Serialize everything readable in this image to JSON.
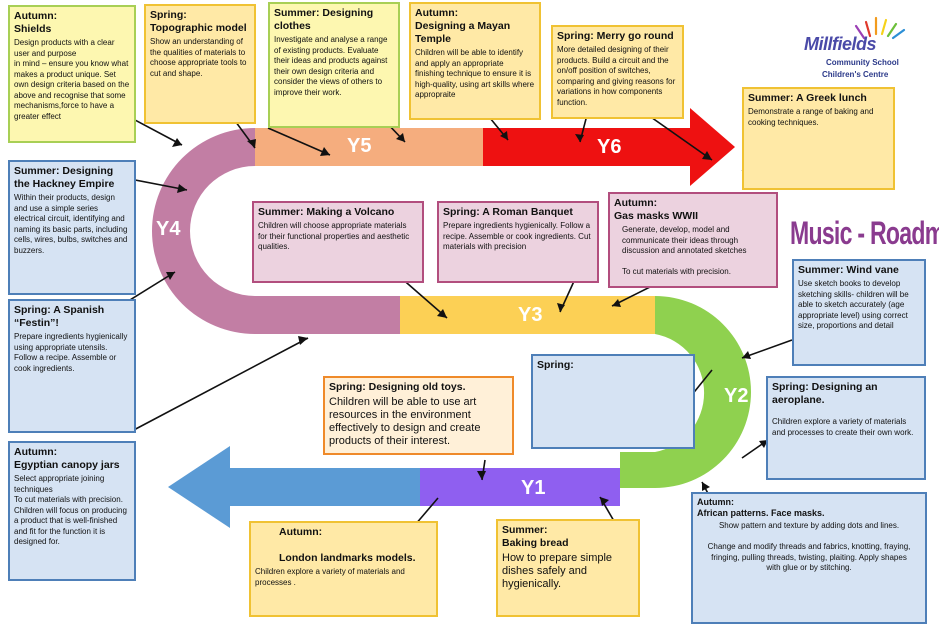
{
  "title": "Music - Roadmap",
  "logo": {
    "name": "Millfields",
    "line1": "Community School",
    "line2": "Children's Centre"
  },
  "years": [
    "Y1",
    "Y2",
    "Y3",
    "Y4",
    "Y5",
    "Y6"
  ],
  "boxes": {
    "y5_autumn": {
      "title": "Autumn:\nShields",
      "body": "Design products with a clear user and purpose\nin mind – ensure you know what makes a product unique.    Set own design criteria based on the above and recognise that some mechanisms,force to have a greater effect"
    },
    "y5_spring": {
      "title": "Spring: Topographic model",
      "body": "Show an understanding of the qualities of materials to choose appropriate tools to cut and shape."
    },
    "y5_summer": {
      "title": "Summer: Designing clothes",
      "body": "Investigate and analyse a range of existing products. Evaluate their ideas and products against their own design criteria and consider the views of others to improve their work."
    },
    "y6_autumn": {
      "title": "Autumn:\nDesigning a Mayan Temple",
      "body": "Children will be able to identify and apply an appropriate finishing technique to ensure it is high-quality, using art skills where appropraite"
    },
    "y6_spring": {
      "title": "Spring: Merry go round",
      "body": "More detailed designing of their products. Build a circuit and the on/off position of switches, comparing and giving reasons for variations in how components function."
    },
    "y6_summer": {
      "title": "Summer: A Greek lunch",
      "body": "Demonstrate a range of baking and cooking techniques."
    },
    "y4_summer": {
      "title": "Summer: Designing the Hackney Empire",
      "body": "Within their products, design and use a simple series electrical circuit, identifying and naming its basic parts, including cells, wires, bulbs, switches and buzzers."
    },
    "y4_spring": {
      "title": "Spring: A Spanish “Festin”!",
      "body": "Prepare ingredients hygienically using appropriate utensils. Follow a recipe. Assemble or cook ingredients."
    },
    "y4_autumn": {
      "title": "Autumn:\nEgyptian canopy jars",
      "body": "Select appropriate joining techniques\nTo cut  materials with precision.\nChildren will focus  on producing a product that is well-finished and fit for the function it is designed for."
    },
    "y3_summer": {
      "title": "Summer: Making a Volcano",
      "body": "Children will choose appropriate materials for their functional properties and aesthetic qualities."
    },
    "y3_spring": {
      "title": "Spring: A Roman Banquet",
      "body": "Prepare ingredients hygienically. Follow a recipe.  Assemble or cook ingredients.  Cut materials with precision"
    },
    "y3_autumn": {
      "title": "Autumn:\nGas masks WWII",
      "body": "Generate, develop, model and communicate their ideas through discussion and annotated sketches\n\nTo cut  materials with precision."
    },
    "y2_summer": {
      "title": "Summer: Wind vane",
      "body": "Use sketch books to develop sketching skills- children will be able to sketch accurately (age appropriate level) using correct size, proportions and detail"
    },
    "y2_spring_blank": {
      "title": "Spring:",
      "body": ""
    },
    "y2_spring": {
      "title": "Spring: Designing an aeroplane.",
      "body": "Children explore a variety of materials and processes to create their own work."
    },
    "y2_autumn": {
      "title": "Autumn:\nAfrican patterns. Face masks.",
      "body": "Show pattern and texture by adding dots and lines.\n\nChange and modify threads and fabrics, knotting, fraying, fringing, pulling threads, twisting, plaiting. Apply shapes with glue or by stitching."
    },
    "y1_spring": {
      "title": "Spring: Designing old toys.",
      "body": "Children will be able to use art resources in the environment effectively to design and create products of their interest."
    },
    "y1_autumn": {
      "title": "Autumn:\n\nLondon landmarks models.",
      "body": "Children explore a variety of materials and processes ."
    },
    "y1_summer": {
      "title": "Summer:\nBaking bread",
      "body": "How to prepare simple dishes safely and hygienically."
    }
  },
  "colors": {
    "y1": "#8f5ff0",
    "y2": "#8fd14f",
    "y3": "#fcd055",
    "y4": "#c27ea4",
    "y5": "#f5ad7e",
    "y6": "#ee1111",
    "arrow_start": "#5b9bd5"
  }
}
